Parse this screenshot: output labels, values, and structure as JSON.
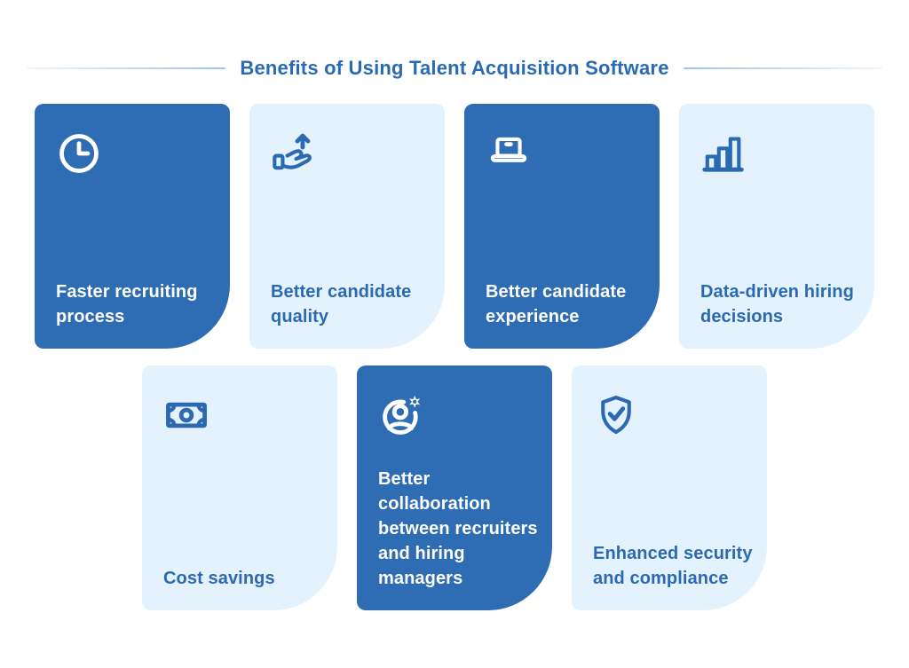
{
  "title": "Benefits of Using Talent Acquisition Software",
  "palette": {
    "card_dark_blue": "#2e6cb4",
    "card_light_blue": "#e3f2fd",
    "accent_text_blue": "#2b6ab3",
    "divider_blue": "#9ec4e8",
    "background": "#ffffff"
  },
  "rows": [
    {
      "cards": [
        {
          "label": "Faster recruiting process",
          "variant": "dark",
          "icon": "clock-icon"
        },
        {
          "label": "Better candidate quality",
          "variant": "light",
          "icon": "hand-growth-icon"
        },
        {
          "label": "Better candidate experience",
          "variant": "dark",
          "icon": "laptop-icon"
        },
        {
          "label": "Data-driven hiring decisions",
          "variant": "light",
          "icon": "bar-chart-icon"
        }
      ]
    },
    {
      "cards": [
        {
          "label": "Cost savings",
          "variant": "light",
          "icon": "banknote-icon"
        },
        {
          "label": "Better collaboration between recruiters and hiring managers",
          "variant": "dark",
          "icon": "user-gear-icon"
        },
        {
          "label": "Enhanced security and compliance",
          "variant": "light",
          "icon": "shield-check-icon"
        }
      ]
    }
  ]
}
